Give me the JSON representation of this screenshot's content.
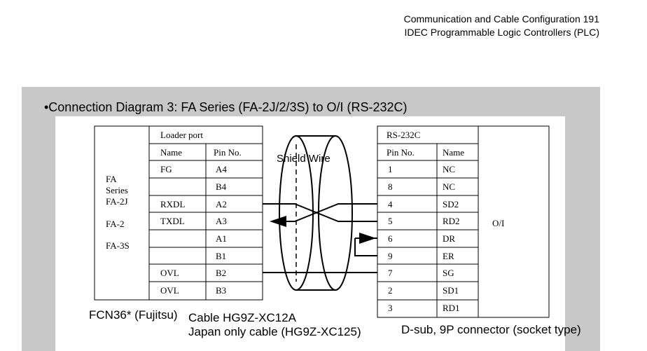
{
  "header": {
    "line1": "Communication and Cable Configuration   191",
    "line2": "IDEC Programmable Logic Controllers (PLC)"
  },
  "section": {
    "title": "•Connection Diagram 3: FA Series (FA-2J/2/3S) to O/I (RS-232C)"
  },
  "left_device": {
    "lines": [
      "FA",
      "Series",
      "FA-2J",
      "FA-2",
      "FA-3S"
    ],
    "port_title": "Loader port",
    "col_name": "Name",
    "col_pin": "Pin No.",
    "rows": [
      {
        "name": "FG",
        "pin": "A4"
      },
      {
        "name": "",
        "pin": "B4"
      },
      {
        "name": "RXDL",
        "pin": "A2"
      },
      {
        "name": "TXDL",
        "pin": "A3"
      },
      {
        "name": "",
        "pin": "A1"
      },
      {
        "name": "",
        "pin": "B1"
      },
      {
        "name": "OVL",
        "pin": "B2"
      },
      {
        "name": "OVL",
        "pin": "B3"
      }
    ],
    "connector": "FCN36* (Fujitsu)"
  },
  "right_device": {
    "port_title": "RS-232C",
    "col_pin": "Pin No.",
    "col_name": "Name",
    "device": "O/I",
    "rows": [
      {
        "pin": "1",
        "name": "NC"
      },
      {
        "pin": "8",
        "name": "NC"
      },
      {
        "pin": "4",
        "name": "SD2"
      },
      {
        "pin": "5",
        "name": "RD2"
      },
      {
        "pin": "6",
        "name": "DR"
      },
      {
        "pin": "9",
        "name": "ER"
      },
      {
        "pin": "7",
        "name": "SG"
      },
      {
        "pin": "2",
        "name": "SD1"
      },
      {
        "pin": "3",
        "name": "RD1"
      }
    ],
    "connector": "D-sub, 9P connector (socket type)"
  },
  "cable": {
    "shield_label": "Shield Wire",
    "line1": "Cable HG9Z-XC12A",
    "line2": "Japan only cable (HG9Z-XC125)"
  }
}
